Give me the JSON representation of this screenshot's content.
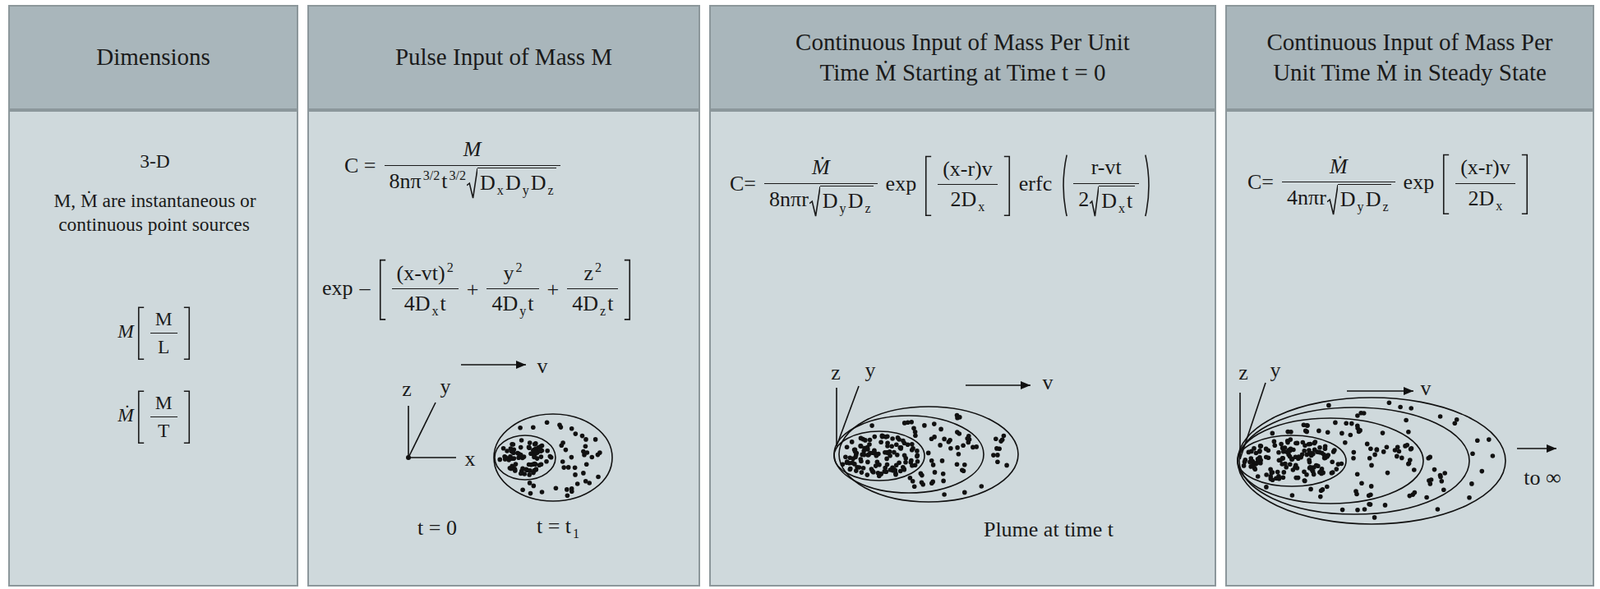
{
  "diagram": {
    "nodes": [
      {
        "text": [
          "Dimensions"
        ]
      },
      {
        "text": [
          "Pulse Input of Mass M"
        ]
      },
      {
        "text": [
          "Continuous Input of Mass Per Unit Time Ṁ Starting at Time t = 0"
        ]
      },
      {
        "text": [
          "Continuous Input of Mass Per Unit Time Ṁ in Steady State"
        ]
      },
      {
        "text": [
          "3-D",
          "M, Ṁ are instantaneous or continuous point sources",
          "M",
          "M",
          "L",
          "Ṁ",
          "M",
          "T"
        ]
      },
      {
        "text": [
          "C =",
          "M",
          "8nπ",
          "3/2",
          "t",
          "3/2",
          "D",
          "x",
          "D",
          "y",
          "D",
          "z",
          "exp",
          "–",
          "(x-vt)",
          "2",
          "4D",
          "x",
          "t",
          "+",
          "y",
          "2",
          "4D",
          "y",
          "t",
          "+",
          "z",
          "2",
          "4D",
          "z",
          "t",
          "z",
          "y",
          "x",
          "v",
          "t = 0",
          "t = t",
          "1"
        ]
      },
      {
        "text": [
          "C=",
          "Ṁ",
          "8nπr",
          "D",
          "y",
          "D",
          "z",
          "exp",
          "(x-r)v",
          "2D",
          "x",
          "erfc",
          "r-vt",
          "2",
          "D",
          "x",
          "t",
          "z",
          "y",
          "v",
          "Plume at time t"
        ]
      },
      {
        "text": [
          "C=",
          "Ṁ",
          "4nπr",
          "D",
          "y",
          "D",
          "z",
          "exp",
          "(x-r)v",
          "2D",
          "x",
          "z",
          "y",
          "v",
          "to ∞"
        ]
      }
    ]
  }
}
